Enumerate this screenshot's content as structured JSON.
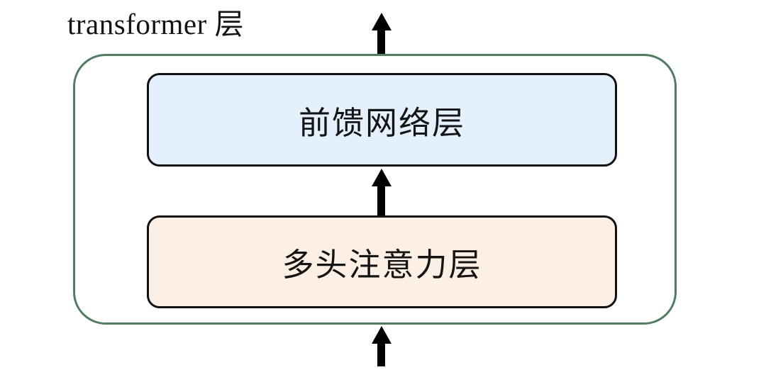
{
  "diagram": {
    "title": "transformer 层",
    "blocks": {
      "feed_forward": {
        "label": "前馈网络层",
        "fill": "#e4f0fb"
      },
      "attention": {
        "label": "多头注意力层",
        "fill": "#fcf0e4"
      }
    },
    "colors": {
      "container_border": "#4e7e5e",
      "block_border": "#111111",
      "arrow": "#000000",
      "text": "#141414",
      "background": "#ffffff"
    },
    "arrows": {
      "count": 3,
      "direction": "up"
    }
  }
}
